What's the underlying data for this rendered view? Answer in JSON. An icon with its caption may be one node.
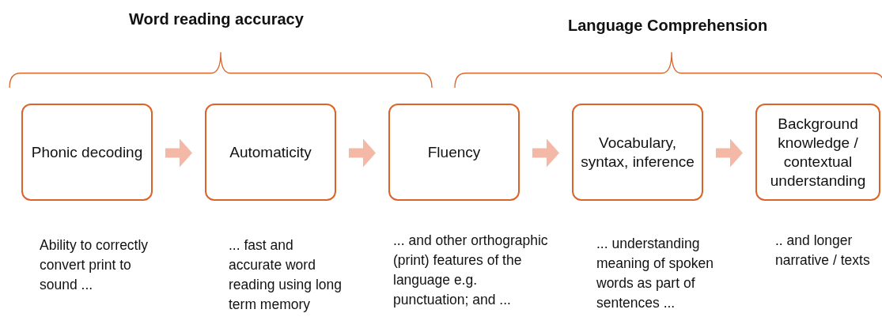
{
  "diagram": {
    "nodes": [
      {
        "text": [
          "Phonic decoding"
        ],
        "beside": [
          "Ability to correctly convert print to sound ..."
        ]
      },
      {
        "text": [
          "Automaticity"
        ],
        "beside": [
          "... fast and accurate word reading using long term memory"
        ]
      },
      {
        "text": [
          "Fluency"
        ],
        "beside": [
          "... and other orthographic (print) features of the language e.g. punctuation; and ..."
        ]
      },
      {
        "text": [
          "Vocabulary, syntax, inference"
        ],
        "beside": [
          "... understanding meaning of spoken words as part of sentences ..."
        ]
      },
      {
        "text": [
          "Background knowledge / contextual understanding"
        ],
        "beside": [
          ".. and longer narrative / texts"
        ]
      }
    ],
    "edges": [
      {
        "from": 0,
        "to": 1,
        "arrow": "to"
      },
      {
        "from": 1,
        "to": 2,
        "arrow": "to"
      },
      {
        "from": 2,
        "to": 3,
        "arrow": "to"
      },
      {
        "from": 3,
        "to": 4,
        "arrow": "to"
      }
    ],
    "labels": [
      "Word reading accuracy",
      "Language Comprehension"
    ]
  }
}
